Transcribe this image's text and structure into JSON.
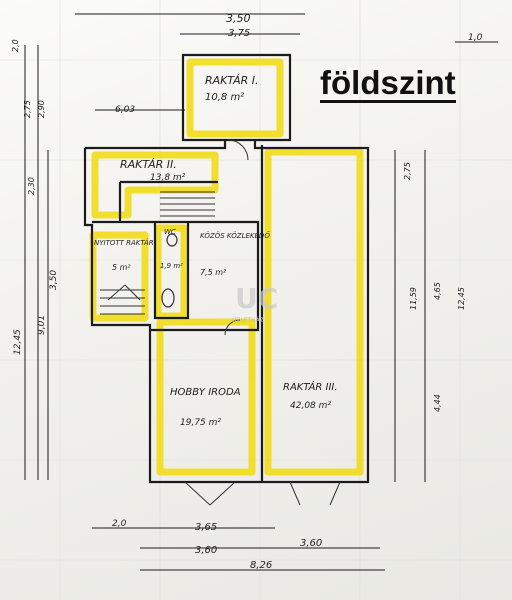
{
  "floor_title": "földszint",
  "rooms": [
    {
      "name": "RAKTÁR I.",
      "area": "10,8 m²"
    },
    {
      "name": "RAKTÁR II.",
      "area": "13,8 m²"
    },
    {
      "name": "KÖZÖS KÖZLEKEDŐ",
      "area": "7,5 m²"
    },
    {
      "name": "WC",
      "area": "1,9 m²"
    },
    {
      "name": "NYITOTT RAKTÁR",
      "area": "5 m²"
    },
    {
      "name": "HOBBY IRODA",
      "area": "19,75 m²"
    },
    {
      "name": "RAKTÁR III.",
      "area": "42,08 m²"
    }
  ],
  "watermark": {
    "mark": "UC",
    "text": "ÜZLETHÁZ"
  },
  "dimensions": {
    "top": [
      "3,50",
      "3,75",
      "1,0"
    ],
    "left": [
      "2,0",
      "2,75",
      "2,90",
      "2,30",
      "3,50",
      "9,01",
      "12,45",
      "6,03"
    ],
    "right": [
      "2,75",
      "4,65",
      "11,59",
      "12,45",
      "4,44"
    ],
    "bottom": [
      "2,0",
      "3,65",
      "3,60",
      "3,60",
      "8,26"
    ]
  }
}
